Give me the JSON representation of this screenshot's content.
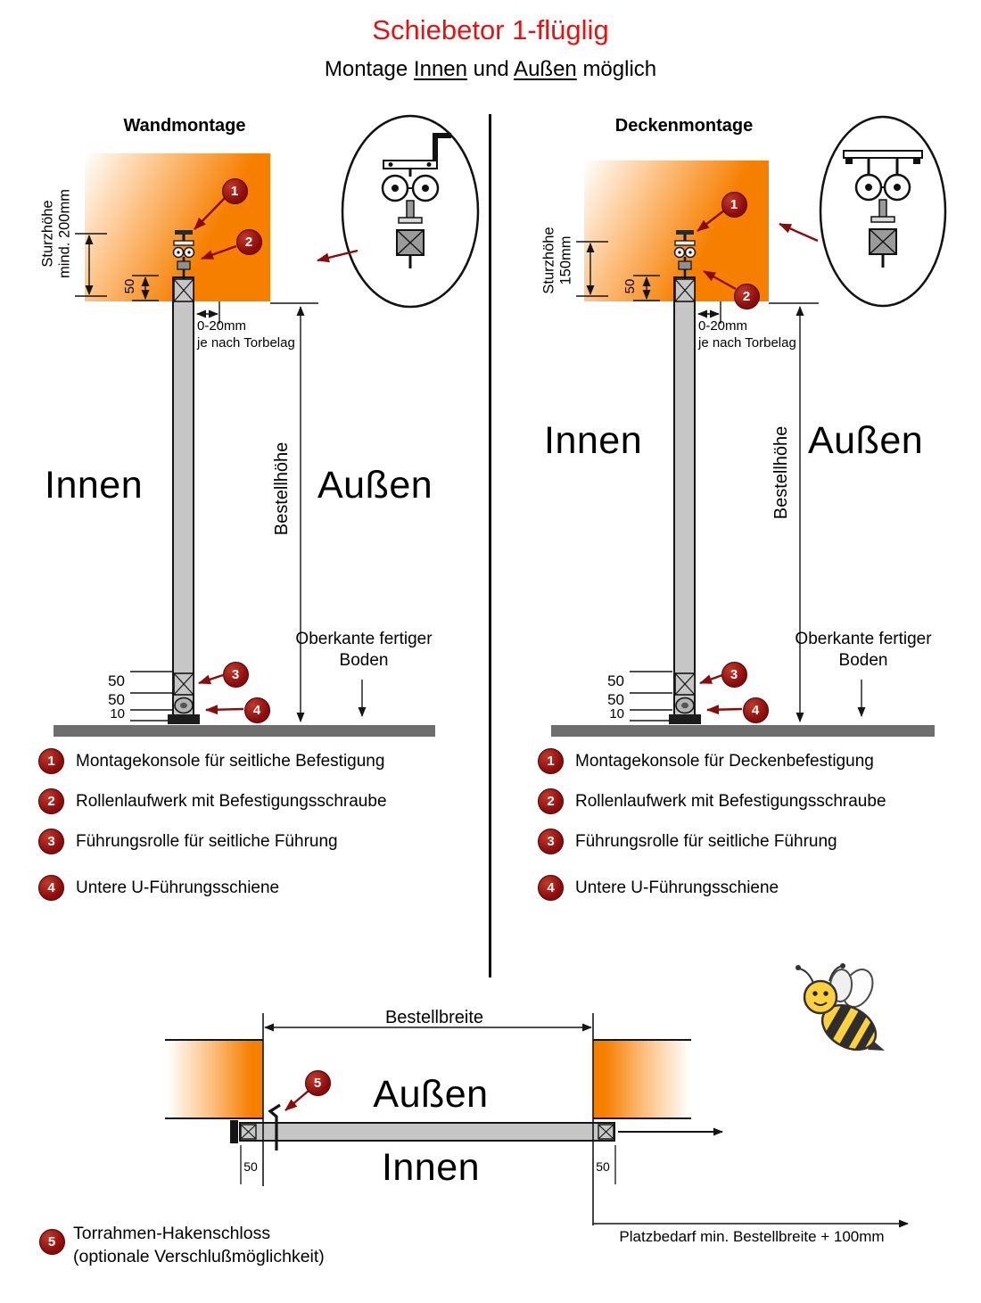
{
  "colors": {
    "title_red": "#e51212",
    "badge_red": "#8b0b0b",
    "orange": "#f67f00",
    "gate_gray": "#c6c6c6"
  },
  "header": {
    "title": "Schiebetor 1-flüglig",
    "subtitle_pre": "Montage ",
    "subtitle_innen": "Innen",
    "subtitle_mid": " und ",
    "subtitle_aussen": "Außen",
    "subtitle_post": " möglich"
  },
  "wall": {
    "heading": "Wandmontage",
    "sturz_line1": "Sturzhöhe",
    "sturz_line2": "mind. 200mm",
    "dim_top_50": "50",
    "gap_line1": "0-20mm",
    "gap_line2": "je nach Torbelag",
    "innen": "Innen",
    "aussen": "Außen",
    "bestellhoehe": "Bestellhöhe",
    "oberkante": "Oberkante fertiger Boden",
    "dim_bottom_1": "50",
    "dim_bottom_2": "50",
    "dim_bottom_3": "10",
    "n1": "1",
    "n2": "2",
    "n3": "3",
    "n4": "4",
    "legend": [
      {
        "n": "1",
        "text": "Montagekonsole für seitliche Befestigung"
      },
      {
        "n": "2",
        "text": "Rollenlaufwerk mit Befestigungsschraube"
      },
      {
        "n": "3",
        "text": "Führungsrolle für seitliche Führung"
      },
      {
        "n": "4",
        "text": "Untere U-Führungsschiene"
      }
    ]
  },
  "ceiling": {
    "heading": "Deckenmontage",
    "sturz_line1": "Sturzhöhe",
    "sturz_line2": "150mm",
    "dim_top_50": "50",
    "gap_line1": "0-20mm",
    "gap_line2": "je nach Torbelag",
    "innen": "Innen",
    "aussen": "Außen",
    "bestellhoehe": "Bestellhöhe",
    "oberkante": "Oberkante fertiger Boden",
    "dim_bottom_1": "50",
    "dim_bottom_2": "50",
    "dim_bottom_3": "10",
    "n1": "1",
    "n2": "2",
    "n3": "3",
    "n4": "4",
    "legend": [
      {
        "n": "1",
        "text": "Montagekonsole für Deckenbefestigung"
      },
      {
        "n": "2",
        "text": "Rollenlaufwerk mit Befestigungsschraube"
      },
      {
        "n": "3",
        "text": "Führungsrolle für seitliche Führung"
      },
      {
        "n": "4",
        "text": "Untere U-Führungsschiene"
      }
    ]
  },
  "top_view": {
    "bestellbreite": "Bestellbreite",
    "aussen": "Außen",
    "innen": "Innen",
    "dim_left_50": "50",
    "dim_right_50": "50",
    "platzbedarf": "Platzbedarf min. Bestellbreite + 100mm",
    "n5": "5",
    "legend_n5": "5",
    "legend_line1": "Torrahmen-Hakenschloss",
    "legend_line2": "(optionale Verschlußmöglichkeit)"
  }
}
